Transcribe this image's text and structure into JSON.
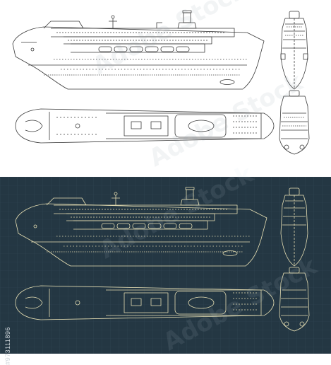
{
  "image": {
    "watermark_text": "Adobe Stock",
    "stock_id": "#973111896"
  },
  "colors": {
    "light_background": "#ffffff",
    "light_line": "#3a3a3a",
    "dark_background": "#243743",
    "dark_line": "#e8e0b4",
    "dark_grid": "#2f4653"
  },
  "views": [
    "side-profile",
    "bow-front",
    "top-plan",
    "stern-rear"
  ]
}
